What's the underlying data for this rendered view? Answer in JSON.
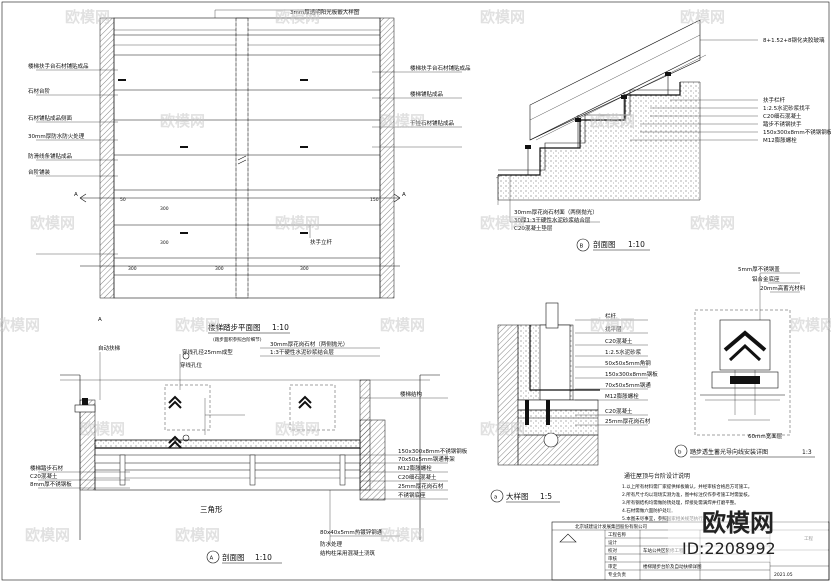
{
  "watermark": {
    "text": "欧模网",
    "id_text": "ID:2208992"
  },
  "plan": {
    "title": "楼梯踏步平面图",
    "scale": "1:10",
    "subtitle": "(踏步面积参照台阶细节)",
    "top_label": "3mm厚透明阳光板嵌大样图",
    "left_labels": [
      "楼梯扶手台石材铺贴成品",
      "石材台阶",
      "石材铺贴成品侧面",
      "30mm厚防水防火处理",
      "防滑线条铺贴成品",
      "台阶铺装"
    ],
    "right_labels": [
      "楼梯扶手台石材铺贴成品",
      "楼梯铺贴成品",
      "干挂石材铺贴成品",
      "扶手立杆"
    ],
    "dims": [
      "300",
      "300",
      "300",
      "300",
      "300",
      "50",
      "150"
    ]
  },
  "sectionB": {
    "title": "剖面图",
    "scale": "1:10",
    "label_id": "B",
    "labels": [
      "8+1.52+8钢化夹胶玻璃",
      "扶手栏杆",
      "1:2.5水泥砂浆找平",
      "C20细石混凝土",
      "踏步不锈钢扶手",
      "150x300x8mm不锈钢钢板",
      "M12膨胀螺栓"
    ],
    "bottom_labels": [
      "30mm厚花岗石材面（两侧抛光）",
      "30厚1:3干硬性水泥砂浆结合层",
      "C20混凝土垫层"
    ]
  },
  "sectionA": {
    "title": "剖面图",
    "scale": "1:10",
    "label_id": "A",
    "triangle_label": "三角形",
    "top_labels": [
      "自动扶梯",
      "穿线孔径25mm成型",
      "30mm厚花岗石材（两侧抛光）",
      "1:3干硬性水泥砂浆结合层",
      "穿线孔位"
    ],
    "right_labels": [
      "楼梯结构",
      "150x300x8mm不锈钢钢板",
      "70x50x5mm钢通骨架",
      "M12膨胀螺栓",
      "C20细石混凝土",
      "25mm厚花岗石材",
      "不锈钢底座"
    ],
    "left_labels": [
      "楼梯踏步石材",
      "C20混凝土",
      "8mm厚不锈钢板"
    ],
    "bottom_labels": [
      "80x40x5mm热镀锌钢通",
      "防水处理",
      "结构柱采用混凝土浇筑"
    ]
  },
  "detailA": {
    "title": "大样图",
    "scale": "1:5",
    "label_id": "a",
    "labels": [
      "栏杆",
      "找平层",
      "C20混凝土",
      "1:2.5水泥砂浆",
      "50x50x5mm角钢",
      "150x300x8mm钢板",
      "70x50x5mm钢通",
      "M12膨胀螺栓",
      "C20混凝土",
      "25mm厚花岗石材"
    ]
  },
  "detailB": {
    "title": "踏步透生蓄光导向线安装详图",
    "scale": "1:3",
    "label_id": "b",
    "labels": [
      "5mm厚不锈钢盖",
      "铝合金底座",
      "20mm高蓄光材料"
    ],
    "dim": "60mm宽面层"
  },
  "notes": {
    "title": "通往屋顶与台阶设计说明",
    "lines": [
      "1.以上所有材料需厂家提供样板确认，并经审核合格后方可施工。",
      "2.所有尺寸均以现场实测为准，图中标注仅作参考施工时需复核。",
      "3.所有钢结构均需做防锈处理，焊接处需满焊并打磨平整。",
      "4.石材需做六面防护处理。",
      "5.本图未尽事宜，参照国家相关规范执行。"
    ]
  },
  "titleblock": {
    "company": "北京城建设计发展集团股份有限公司",
    "project": "车站公共区装修工程",
    "drawing": "楼梯踏步台阶及自动扶梯详图",
    "rows": [
      "工程名称",
      "设计",
      "校对",
      "审核",
      "审定",
      "专业负责"
    ],
    "date": "2021.05",
    "sheet": "工程"
  }
}
